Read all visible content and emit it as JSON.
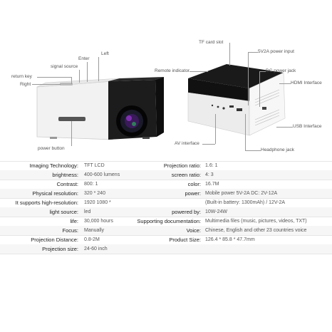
{
  "diagram": {
    "left_labels": {
      "left": "Left",
      "enter": "Enter",
      "signal_source": "signal source",
      "return_key": "return key",
      "right": "Right",
      "power_button": "power button"
    },
    "right_labels": {
      "tf_card_slot": "TF card slot",
      "power_input": "5V2A power input",
      "remote_indicator": "Remote indicator",
      "dc_power_jack": "DC power jack",
      "hdmi_interface": "HDMI Interface",
      "usb_interface": "USB Interface",
      "av_interface": "AV interface",
      "headphone_jack": "Headphone jack"
    }
  },
  "specs": {
    "rows": [
      {
        "l1": "Imaging Technology:",
        "v1": "TFT LCD",
        "l2": "Projection ratio:",
        "v2": "1.6: 1"
      },
      {
        "l1": "brightness:",
        "v1": "400-600 lumens",
        "l2": "screen ratio:",
        "v2": "4: 3"
      },
      {
        "l1": "Contrast:",
        "v1": "800: 1",
        "l2": "color:",
        "v2": "16.7M"
      },
      {
        "l1": "Physical resolution:",
        "v1": "320 * 240",
        "l2": "power:",
        "v2": "Mobile power 5V-2A DC: 2V-12A"
      },
      {
        "l1": "It supports high-resolution:",
        "v1": "1920 1080 *",
        "l2": "",
        "v2": "(Built-in battery: 1300mAh) / 12V-2A"
      },
      {
        "l1": "light source:",
        "v1": "led",
        "l2": "powered by:",
        "v2": "10W-24W"
      },
      {
        "l1": "life:",
        "v1": "30,000 hours",
        "l2": "Supporting documentation:",
        "v2": "Multimedia files (music, pictures, videos, TXT)"
      },
      {
        "l1": "Focus:",
        "v1": "Manually",
        "l2": "Voice:",
        "v2": "Chinese, English and other 23 countries voice"
      },
      {
        "l1": "Projection Distance:",
        "v1": "0.8-2M",
        "l2": "Product Size:",
        "v2": "126.4 * 85.8 * 47.7mm"
      },
      {
        "l1": "Projection size:",
        "v1": "24-60 inch",
        "l2": "",
        "v2": ""
      }
    ]
  }
}
